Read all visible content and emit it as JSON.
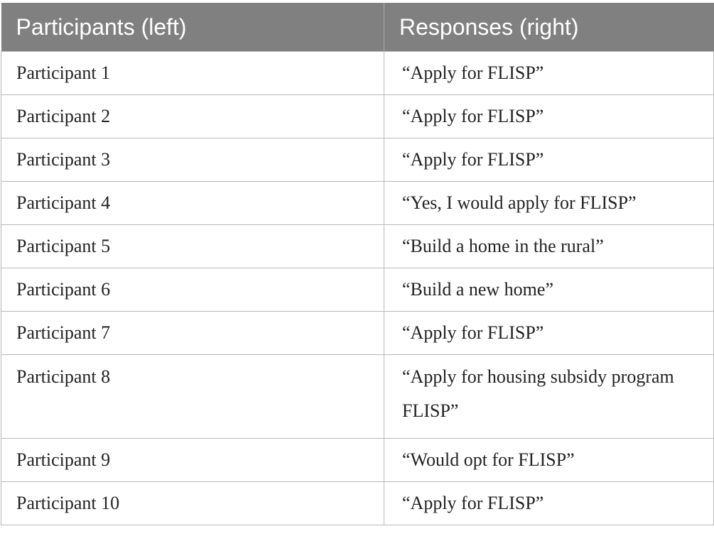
{
  "table": {
    "headers": [
      "Participants (left)",
      "Responses (right)"
    ],
    "rows": [
      {
        "participant": "Participant 1",
        "response": "“Apply for FLISP”"
      },
      {
        "participant": "Participant 2",
        "response": "“Apply for FLISP”"
      },
      {
        "participant": "Participant 3",
        "response": "“Apply for FLISP”"
      },
      {
        "participant": "Participant 4",
        "response": "“Yes, I would apply for FLISP”"
      },
      {
        "participant": "Participant 5",
        "response": "“Build a home in the rural”"
      },
      {
        "participant": "Participant 6",
        "response": "“Build a new home”"
      },
      {
        "participant": "Participant 7",
        "response": "“Apply for FLISP”"
      },
      {
        "participant": "Participant 8",
        "response": "“Apply for housing subsidy program FLISP”"
      },
      {
        "participant": "Participant 9",
        "response": "“Would opt for FLISP”"
      },
      {
        "participant": "Participant 10",
        "response": "“Apply for FLISP”"
      }
    ]
  },
  "colors": {
    "header_bg": "#808080",
    "header_text": "#ffffff",
    "grid": "#b8b8b8"
  }
}
